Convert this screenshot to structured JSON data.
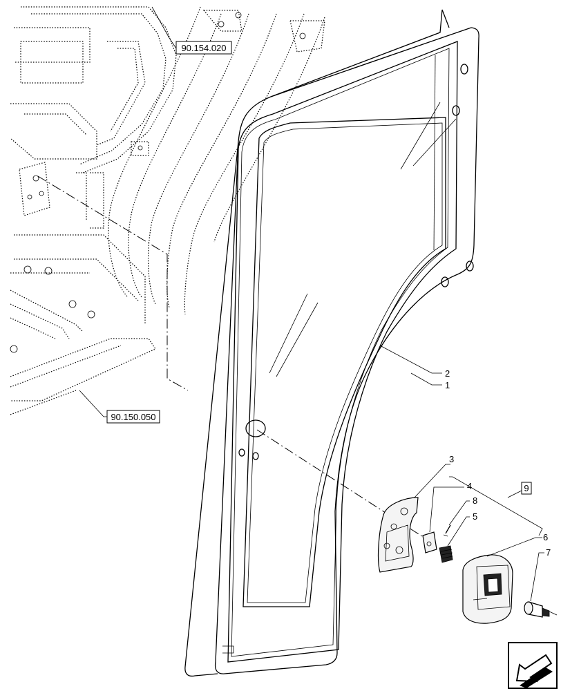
{
  "references": {
    "upper_ref": "90.154.020",
    "lower_ref": "90.150.050"
  },
  "callouts": {
    "c1": "1",
    "c2": "2",
    "c3": "3",
    "c4": "4",
    "c5": "5",
    "c6": "6",
    "c7": "7",
    "c8": "8",
    "kit": "9"
  },
  "nav": {
    "icon": "arrow-down-left-icon"
  }
}
